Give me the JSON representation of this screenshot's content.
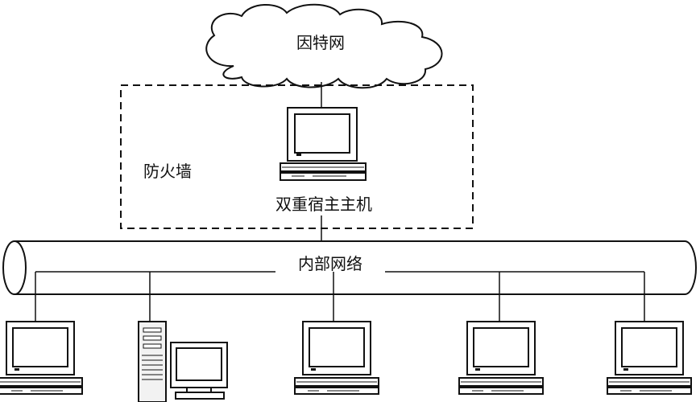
{
  "labels": {
    "internet": "因特网",
    "firewall": "防火墙",
    "dual_homed_host": "双重宿主主机",
    "internal_network": "内部网络"
  },
  "colors": {
    "stroke": "#111111",
    "background": "#ffffff",
    "screen": "#ffffff",
    "tower_fill": "#f2f2f2"
  },
  "icons": {
    "cloud": "cloud-icon",
    "workstation": "computer-icon",
    "server": "server-tower-icon",
    "bus": "network-bus-icon"
  }
}
